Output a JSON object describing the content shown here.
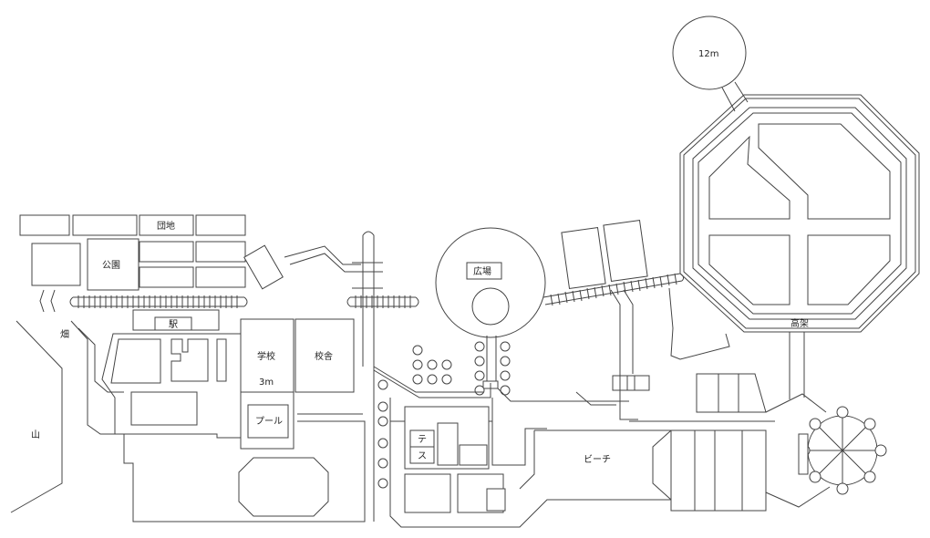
{
  "labels": {
    "danchi": "団地",
    "koen": "公園",
    "eki": "駅",
    "hatake": "畑",
    "yama": "山",
    "gakko": "学校",
    "kosha": "校舎",
    "height_3m": "3m",
    "pool": "プール",
    "hiroba": "広場",
    "terrace_1": "テ",
    "terrace_2": "ス",
    "beach": "ビーチ",
    "koka": "高架",
    "height_12m": "12m"
  }
}
